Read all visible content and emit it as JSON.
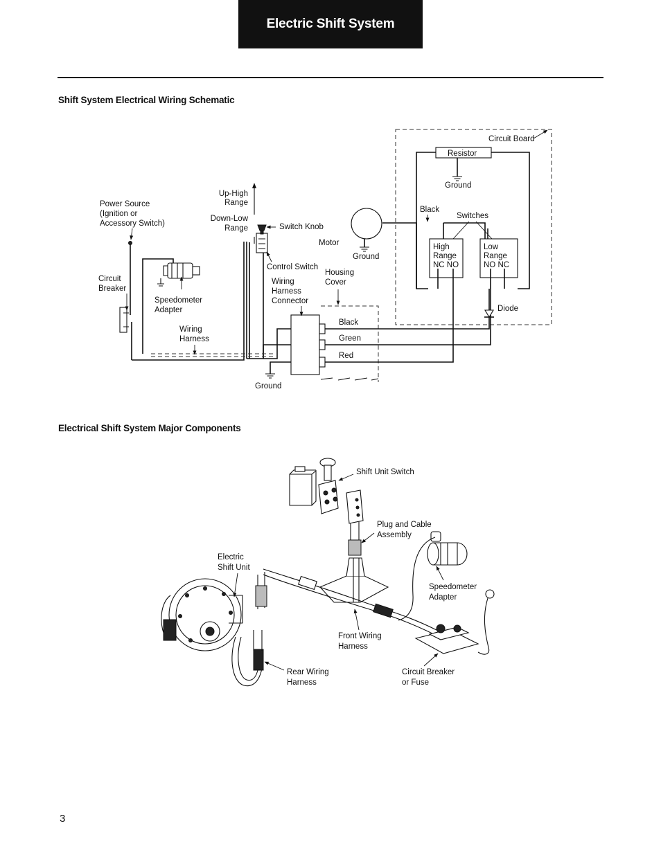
{
  "header": {
    "title": "Electric Shift System"
  },
  "page_number": "3",
  "sections": {
    "schematic_title": "Shift System Electrical Wiring Schematic",
    "components_title": "Electrical Shift System Major Components"
  },
  "schematic": {
    "labels": {
      "power_source_1": "Power Source",
      "power_source_2": "(Ignition or",
      "power_source_3": "Accessory Switch)",
      "circuit_breaker_1": "Circuit",
      "circuit_breaker_2": "Breaker",
      "speedometer_adapter_1": "Speedometer",
      "speedometer_adapter_2": "Adapter",
      "wiring_harness_1": "Wiring",
      "wiring_harness_2": "Harness",
      "up_high_1": "Up-High",
      "up_high_2": "Range",
      "down_low_1": "Down-Low",
      "down_low_2": "Range",
      "switch_knob": "Switch Knob",
      "control_switch": "Control Switch",
      "wiring_harness_connector_1": "Wiring",
      "wiring_harness_connector_2": "Harness",
      "wiring_harness_connector_3": "Connector",
      "housing_cover_1": "Housing",
      "housing_cover_2": "Cover",
      "motor": "Motor",
      "ground_motor": "Ground",
      "ground_bottom": "Ground",
      "ground_resistor": "Ground",
      "wire_black": "Black",
      "wire_green": "Green",
      "wire_red": "Red",
      "circuit_board": "Circuit Board",
      "resistor": "Resistor",
      "black_board": "Black",
      "switches": "Switches",
      "high_range_1": "High",
      "high_range_2": "Range",
      "high_range_3": "NC  NO",
      "low_range_1": "Low",
      "low_range_2": "Range",
      "low_range_3": "NO  NC",
      "diode": "Diode"
    }
  },
  "components": {
    "labels": {
      "shift_unit_switch": "Shift Unit Switch",
      "plug_cable_1": "Plug and Cable",
      "plug_cable_2": "Assembly",
      "electric_shift_unit_1": "Electric",
      "electric_shift_unit_2": "Shift Unit",
      "speedometer_adapter_1": "Speedometer",
      "speedometer_adapter_2": "Adapter",
      "front_wiring_1": "Front Wiring",
      "front_wiring_2": "Harness",
      "rear_wiring_1": "Rear Wiring",
      "rear_wiring_2": "Harness",
      "circuit_breaker_1": "Circuit Breaker",
      "circuit_breaker_2": "or Fuse"
    }
  }
}
